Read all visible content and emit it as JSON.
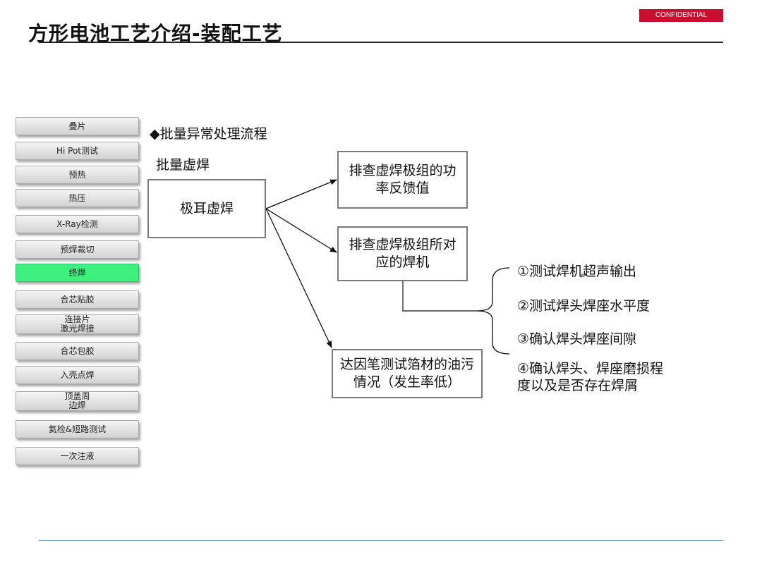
{
  "header": {
    "title": "方形电池工艺介绍-装配工艺",
    "confidential": "CONFIDENTIAL",
    "accent_color": "#c8102e"
  },
  "process_steps": [
    {
      "label": "叠片",
      "active": false
    },
    {
      "label": "Hi Pot测试",
      "active": false
    },
    {
      "label": "预热",
      "active": false
    },
    {
      "label": "热压",
      "active": false
    },
    {
      "label": "X-Ray检测",
      "active": false
    },
    {
      "label": "预焊裁切",
      "active": false
    },
    {
      "label": "终焊",
      "active": true
    },
    {
      "label": "合芯贴胶",
      "active": false
    },
    {
      "label": "连接片\n激光焊接",
      "active": false
    },
    {
      "label": "合芯包胶",
      "active": false
    },
    {
      "label": "入壳点焊",
      "active": false
    },
    {
      "label": "顶盖周\n边焊",
      "active": false
    },
    {
      "label": "氦检&短路测试",
      "active": false
    },
    {
      "label": "一次注液",
      "active": false
    }
  ],
  "active_color": "#3ef07e",
  "flow": {
    "heading": "◆批量异常处理流程",
    "subheading": "批量虚焊",
    "root": "极耳虚焊",
    "branches": [
      "排查虚焊极组的功率反馈值",
      "排查虚焊极组所对应的焊机",
      "达因笔测试箔材的油污情况（发生率低）"
    ],
    "checks": [
      "①测试焊机超声输出",
      "②测试焊头焊座水平度",
      "③确认焊头焊座间隙",
      "④确认焊头、焊座磨损程度以及是否存在焊屑"
    ]
  }
}
